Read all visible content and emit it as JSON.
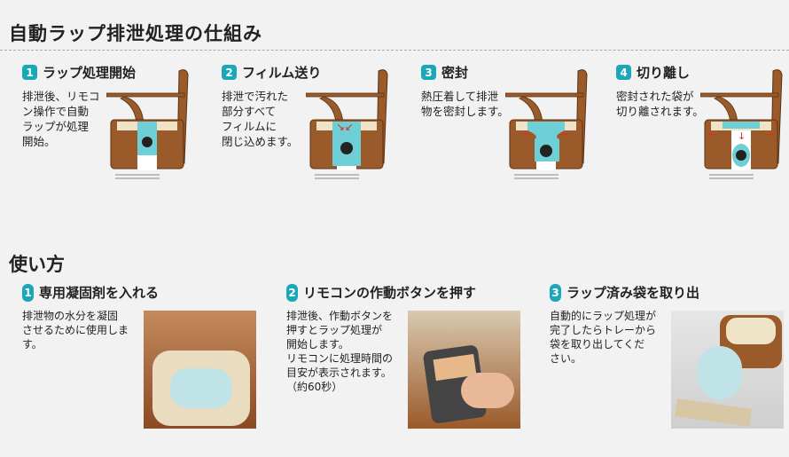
{
  "title": "自動ラップ排泄処理の仕組み",
  "mechanism": [
    {
      "num": "1",
      "label": "ラップ処理開始",
      "desc": "排泄後、リモコ\nン操作で自動\nラップが処理\n開始。",
      "stage": "start"
    },
    {
      "num": "2",
      "label": "フィルム送り",
      "desc": "排泄で汚れた\n部分すべて\nフィルムに\n閉じ込めます。",
      "stage": "feed"
    },
    {
      "num": "3",
      "label": "密封",
      "desc": "熱圧着して排泄\n物を密封します。",
      "stage": "seal"
    },
    {
      "num": "4",
      "label": "切り離し",
      "desc": "密封された袋が\n切り離されます。",
      "stage": "cut"
    }
  ],
  "usage_title": "使い方",
  "usage": [
    {
      "num": "1",
      "label": "専用凝固剤を入れる",
      "desc": "排泄物の水分を凝固\nさせるために使用しま\nす。"
    },
    {
      "num": "2",
      "label": "リモコンの作動ボタンを押す",
      "desc": "排泄後、作動ボタンを\n押すとラップ処理が\n開始します。\nリモコンに処理時間の\n目安が表示されます。\n（約60秒）"
    },
    {
      "num": "3",
      "label": "ラップ済み袋を取り出",
      "desc": "自動的にラップ処理が\n完了したらトレーから\n袋を取り出してくだ\nさい。"
    }
  ],
  "colors": {
    "accent": "#1aa7b8",
    "wood": "#9a5a2a",
    "film": "#6fcfd6",
    "arrow": "#e8281e"
  }
}
